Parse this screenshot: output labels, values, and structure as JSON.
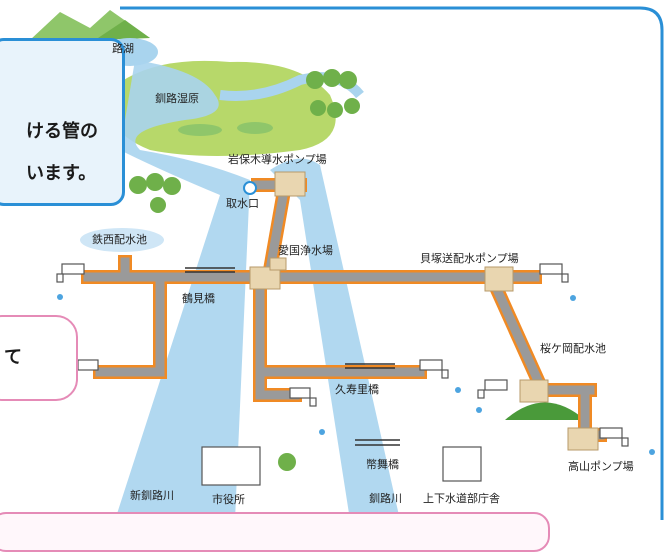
{
  "labels": {
    "lake": "路湖",
    "marsh": "釧路湿原",
    "iwabokki_pump": "岩保木導水ポンプ場",
    "intake": "取水口",
    "tesshoku_reservoir": "鉄西配水池",
    "aikoku_plant": "愛国浄水場",
    "kaizuka_pump": "貝塚送配水ポンプ場",
    "tsurumi_bridge": "鶴見橋",
    "sakuragaoka_reservoir": "桜ケ岡配水池",
    "kujiri_bridge": "久寿里橋",
    "takayama_pump": "高山ポンプ場",
    "nusamai_bridge": "幣舞橋",
    "shin_kushiro_river": "新釧路川",
    "city_hall": "市役所",
    "kushiro_river": "釧路川",
    "waterworks_office": "上下水道部庁舎"
  },
  "callout_blue": {
    "line1": "ける管の",
    "line2": "います。"
  },
  "callout_pink": {
    "line1": "て"
  },
  "colors": {
    "pipe": "#9a9a9a",
    "pipe_outline": "#f08a24",
    "river": "#a9d4ee",
    "callout_border": "#2a8fd6",
    "pink_border": "#e58bb7",
    "building": "#e9d6b0"
  }
}
